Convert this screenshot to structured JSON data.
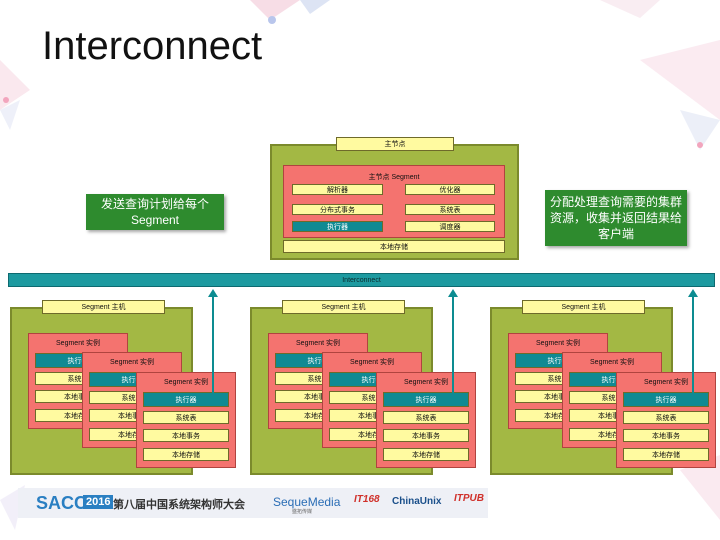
{
  "title": "Interconnect",
  "master": {
    "outer_label": "主节点",
    "segment_label": "主节点 Segment",
    "components": {
      "parser": "解析器",
      "optimizer": "优化器",
      "dist_txn": "分布式事务",
      "catalog": "系统表",
      "executor": "执行器",
      "scheduler": "调度器"
    },
    "storage": "本地存储"
  },
  "left_note": [
    "发送查询计划给每个",
    "Segment"
  ],
  "right_note": [
    "分配处理查询需要的集群",
    "资源，收集并返回结果给",
    "客户端"
  ],
  "interconnect_label": "Interconnect",
  "segment_host": {
    "host_label": "Segment 主机",
    "instance_label": "Segment 实例",
    "executor": "执行器",
    "catalog": "系统表",
    "local_txn": "本地事务",
    "storage": "本地存储"
  },
  "footer": {
    "sacc": "SACC",
    "year": "2016",
    "conference": "第八届中国系统架构师大会",
    "sequemedia": "SequeMedia",
    "sequemedia_sub": "盛拓传媒",
    "it168": "IT168",
    "chinaunix": "ChinaUnix",
    "itpub": "ITPUB"
  },
  "colors": {
    "host_green": "#a3b844",
    "instance_salmon": "#f4736f",
    "cell_yellow": "#fffaa0",
    "executor_teal": "#0f8a93",
    "note_green": "#2e8b2e",
    "bus_teal": "#1d9aa0"
  }
}
